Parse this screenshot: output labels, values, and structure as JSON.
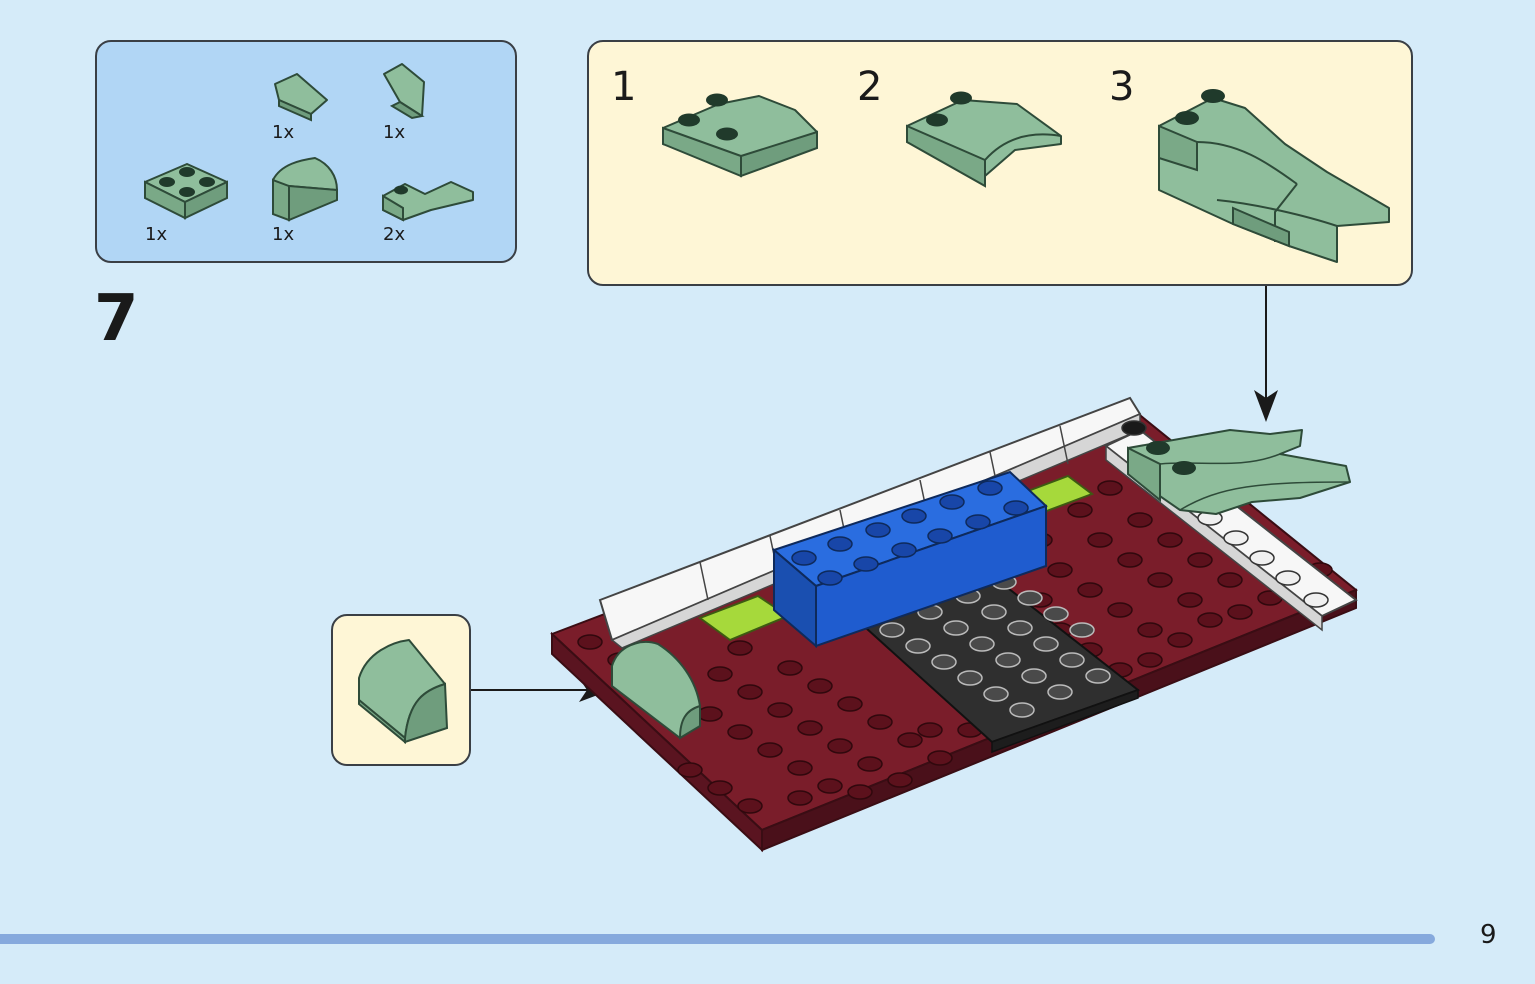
{
  "step": {
    "number": "7"
  },
  "parts_list": [
    {
      "name": "wedge-slope-small",
      "qty": "1x"
    },
    {
      "name": "wedge-slope-tall",
      "qty": "1x"
    },
    {
      "name": "plate-2x2",
      "qty": "1x"
    },
    {
      "name": "curved-slope-brick",
      "qty": "1x"
    },
    {
      "name": "wing-curve-plate",
      "qty": "2x"
    }
  ],
  "sub_assembly": {
    "steps": [
      {
        "label": "1"
      },
      {
        "label": "2"
      },
      {
        "label": "3"
      }
    ]
  },
  "callout": {
    "part": "curved-slope-brick"
  },
  "page": {
    "number": "9"
  },
  "colors": {
    "background": "#d5ebf9",
    "parts_box": "#b1d6f5",
    "sub_box": "#fef6d6",
    "sand_green": "#8fbe9c",
    "dark_red": "#7a1d2a",
    "blue": "#1f5ccf",
    "lime": "#a6d93b",
    "dark_grey": "#3b3b3b",
    "white": "#f7f7f7",
    "page_bar": "#86a9dd"
  }
}
